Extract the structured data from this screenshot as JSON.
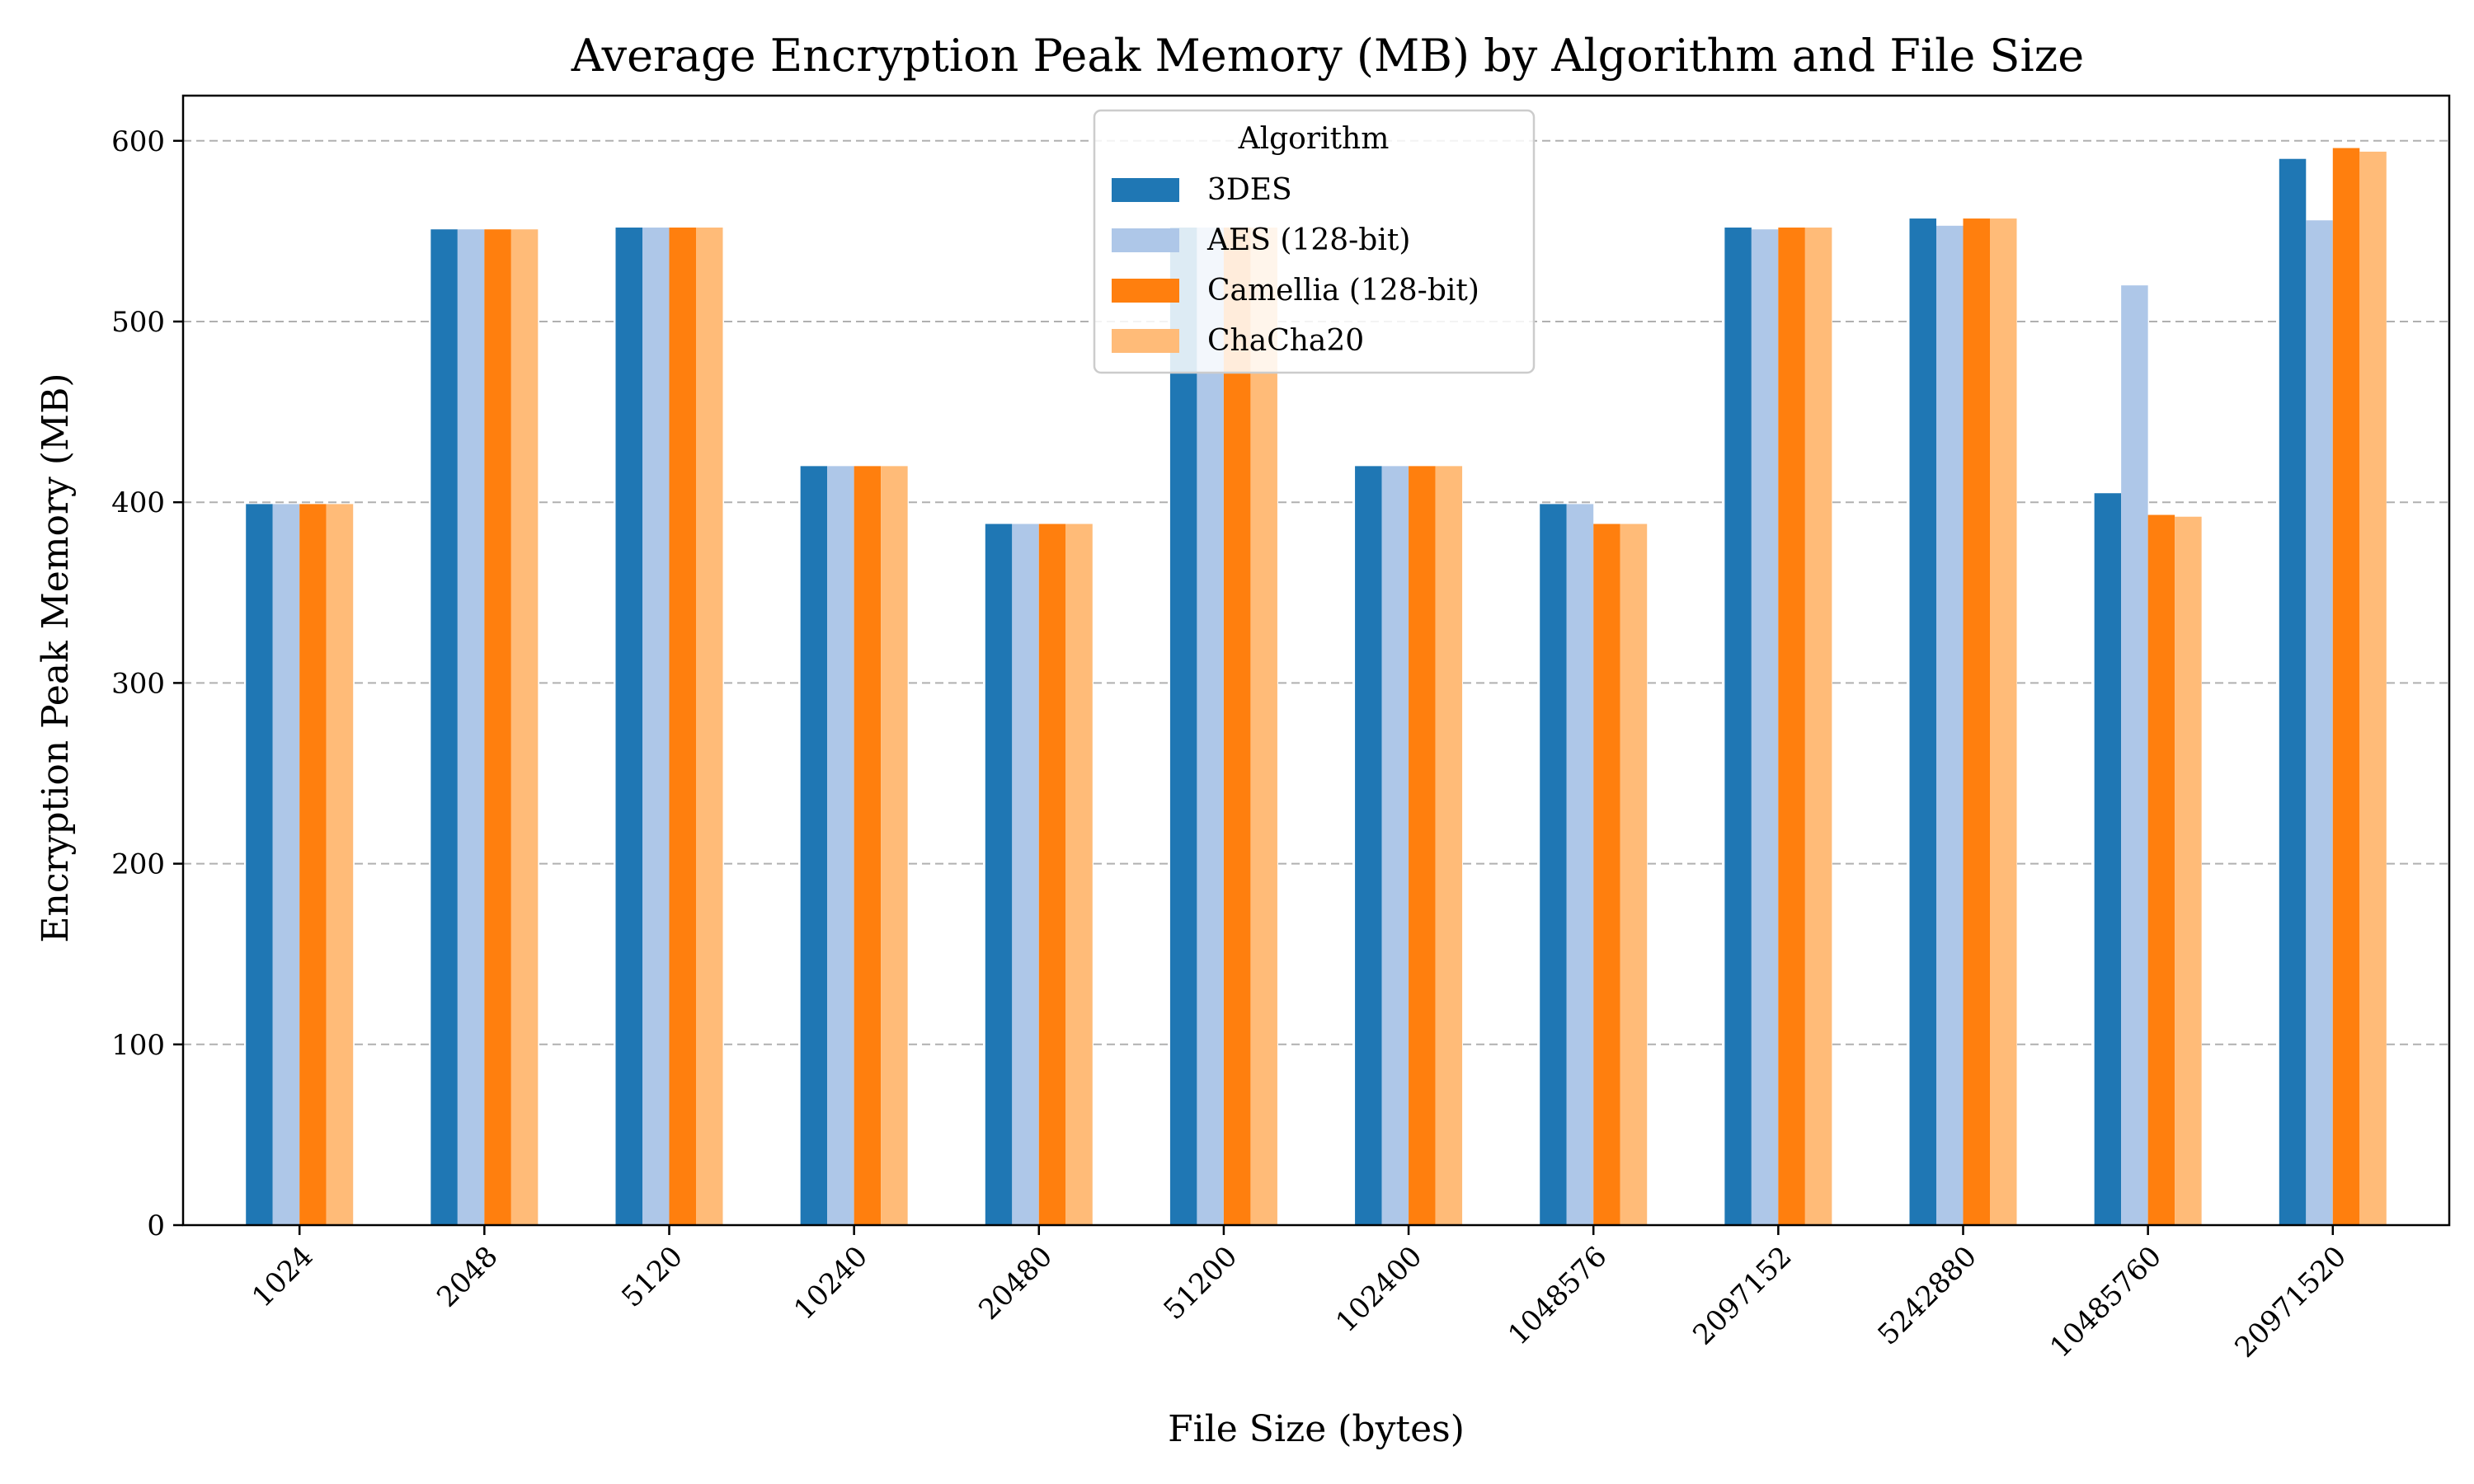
{
  "chart_data": {
    "type": "bar",
    "title": "Average Encryption Peak Memory (MB) by Algorithm and File Size",
    "xlabel": "File Size (bytes)",
    "ylabel": "Encryption Peak Memory (MB)",
    "ylim": [
      0,
      625
    ],
    "yticks": [
      0,
      100,
      200,
      300,
      400,
      500,
      600
    ],
    "grid": "y-dashed",
    "legend": {
      "title": "Algorithm",
      "placement": "top-center"
    },
    "categories": [
      "1024",
      "2048",
      "5120",
      "10240",
      "20480",
      "51200",
      "102400",
      "1048576",
      "2097152",
      "5242880",
      "10485760",
      "20971520"
    ],
    "series": [
      {
        "name": "3DES",
        "color": "#1f77b4",
        "values": [
          399,
          551,
          552,
          420,
          388,
          552,
          420,
          399,
          552,
          557,
          405,
          590
        ]
      },
      {
        "name": "AES (128-bit)",
        "color": "#aec7e8",
        "values": [
          399,
          551,
          552,
          420,
          388,
          552,
          420,
          399,
          551,
          553,
          520,
          556
        ]
      },
      {
        "name": "Camellia (128-bit)",
        "color": "#ff7f0e",
        "values": [
          399,
          551,
          552,
          420,
          388,
          552,
          420,
          388,
          552,
          557,
          393,
          596
        ]
      },
      {
        "name": "ChaCha20",
        "color": "#ffbb78",
        "values": [
          399,
          551,
          552,
          420,
          388,
          552,
          420,
          388,
          552,
          557,
          392,
          594
        ]
      }
    ]
  }
}
